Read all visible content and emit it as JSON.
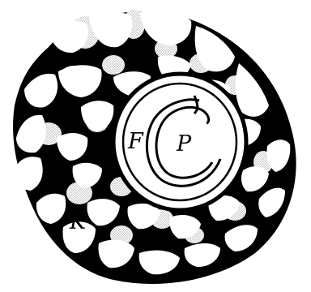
{
  "figure": {
    "labels": {
      "f": "F",
      "p": "P",
      "k": "K"
    },
    "colors": {
      "ink": "#000000",
      "paper": "#ffffff",
      "stipple": "#8c8c8c"
    }
  }
}
